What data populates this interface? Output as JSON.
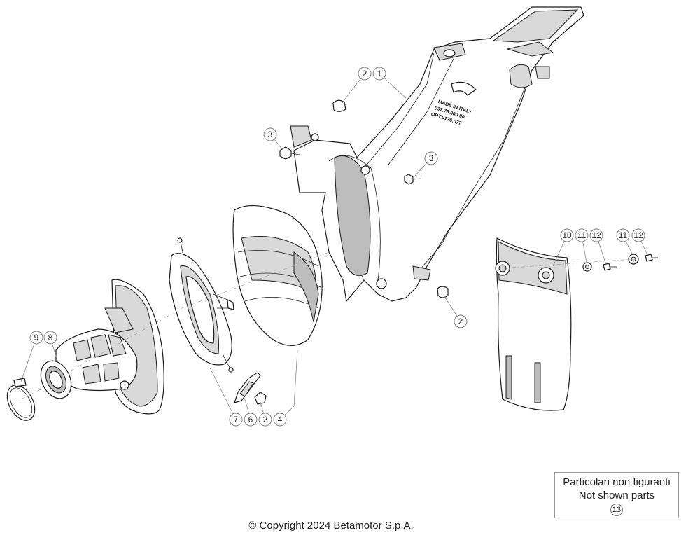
{
  "callouts": {
    "c1": "1",
    "c2a": "2",
    "c3a": "3",
    "c3b": "3",
    "c2b": "2",
    "c10": "10",
    "c11a": "11",
    "c12a": "12",
    "c11b": "11",
    "c12b": "12",
    "c9": "9",
    "c8": "8",
    "c7": "7",
    "c6": "6",
    "c2c": "2",
    "c4": "4"
  },
  "airbox_text": {
    "line1": "MADE IN ITALY",
    "line2": "037.76.000.00",
    "line3": "ORT.0176.077"
  },
  "legend": {
    "line1": "Particolari non figuranti",
    "line2": "Not shown parts",
    "number": "13"
  },
  "copyright": "© Copyright 2024 Betamotor S.p.A."
}
